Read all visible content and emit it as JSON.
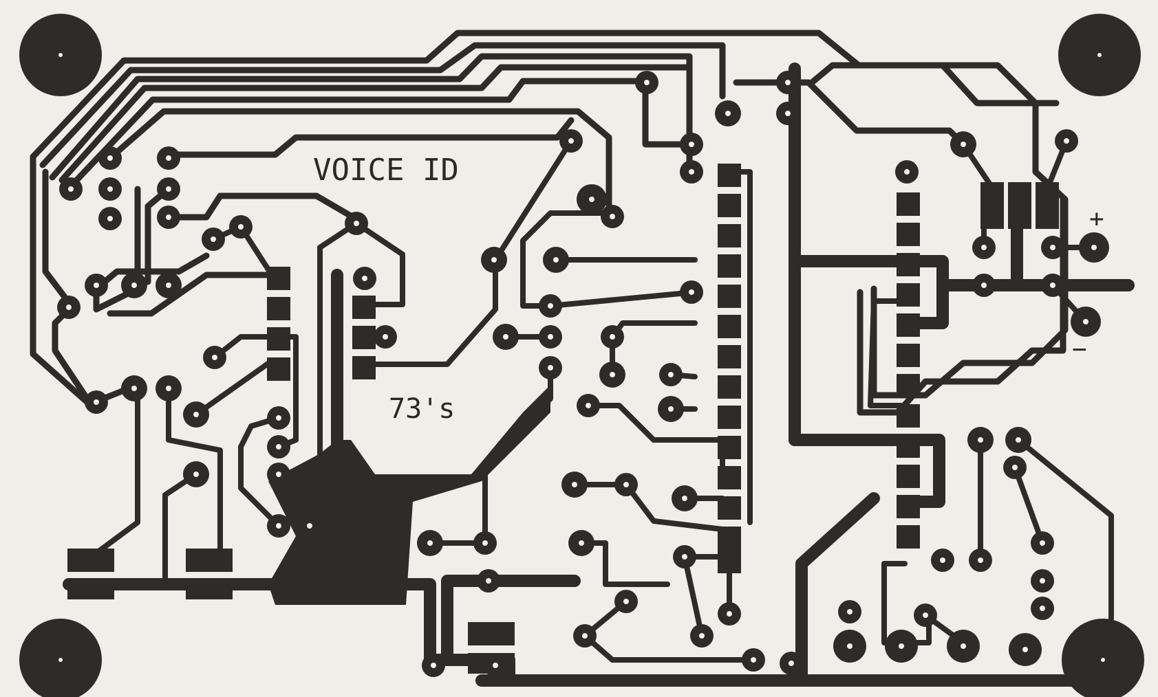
{
  "board": {
    "title": "VOICE ID",
    "signoff": "73's",
    "plus_sign": "+",
    "minus_sign": "−"
  },
  "colors": {
    "copper": "#2e2b28",
    "substrate": "#efeee8",
    "drill": "#f3f2ec"
  },
  "components": {
    "ic_chip_count": 3,
    "mounting_holes": 4
  }
}
